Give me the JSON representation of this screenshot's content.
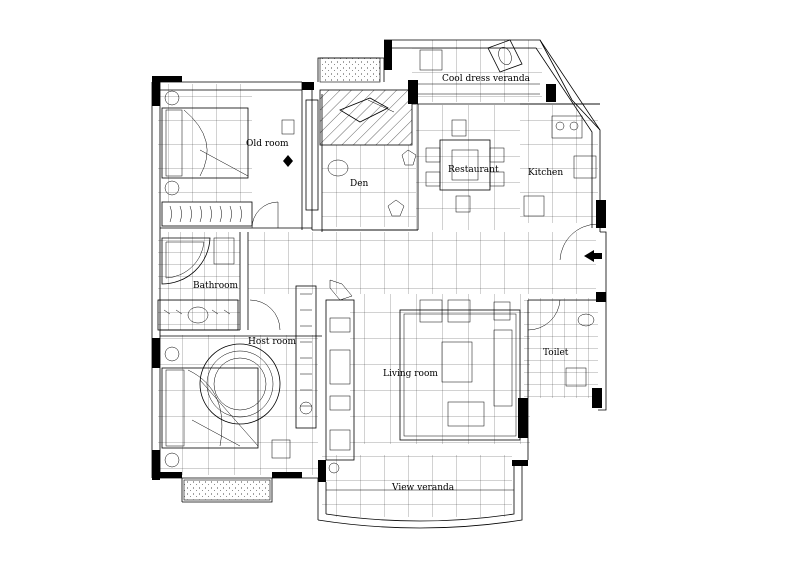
{
  "floor_plan": {
    "rooms": {
      "old_room": "Old room",
      "den": "Den",
      "restaurant": "Restaurant",
      "kitchen": "Kitchen",
      "cool_dress_veranda": "Cool dress veranda",
      "bathroom": "Bathroom",
      "host_room": "Host room",
      "living_room": "Living room",
      "toilet": "Toilet",
      "view_veranda": "View veranda"
    },
    "icons": [
      "entrance-arrow-icon",
      "plant-icon",
      "bed-icon",
      "sofa-icon",
      "dining-table-icon",
      "bathtub-icon",
      "toilet-icon",
      "sink-icon",
      "stove-icon",
      "door-swing-icon"
    ],
    "colors": {
      "line": "#000000",
      "background": "#ffffff"
    }
  }
}
